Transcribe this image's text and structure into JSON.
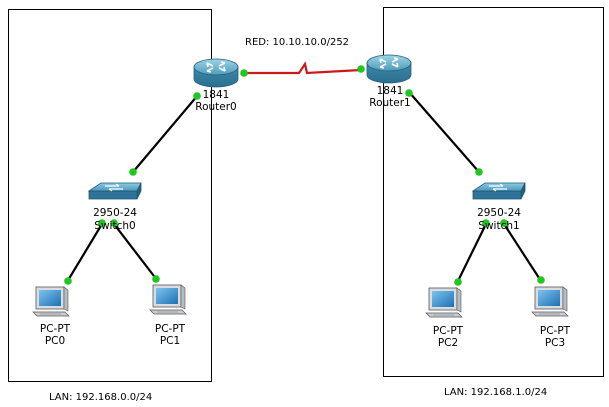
{
  "wan_link": {
    "label": "RED: 10.10.10.0/252",
    "color": "#cc1a1a"
  },
  "lan_left": {
    "label": "LAN: 192.168.0.0/24"
  },
  "lan_right": {
    "label": "LAN: 192.168.1.0/24"
  },
  "routers": [
    {
      "model": "1841",
      "name": "Router0"
    },
    {
      "model": "1841",
      "name": "Router1"
    }
  ],
  "switches": [
    {
      "model": "2950-24",
      "name": "Switch0"
    },
    {
      "model": "2950-24",
      "name": "Switch1"
    }
  ],
  "pcs": [
    {
      "type": "PC-PT",
      "name": "PC0"
    },
    {
      "type": "PC-PT",
      "name": "PC1"
    },
    {
      "type": "PC-PT",
      "name": "PC2"
    },
    {
      "type": "PC-PT",
      "name": "PC3"
    }
  ],
  "colors": {
    "link": "#000000",
    "port_up": "#1ec81e",
    "router": "#5aa8c6",
    "switch": "#4f9dc0",
    "pc_screen": "#2f86c8"
  }
}
